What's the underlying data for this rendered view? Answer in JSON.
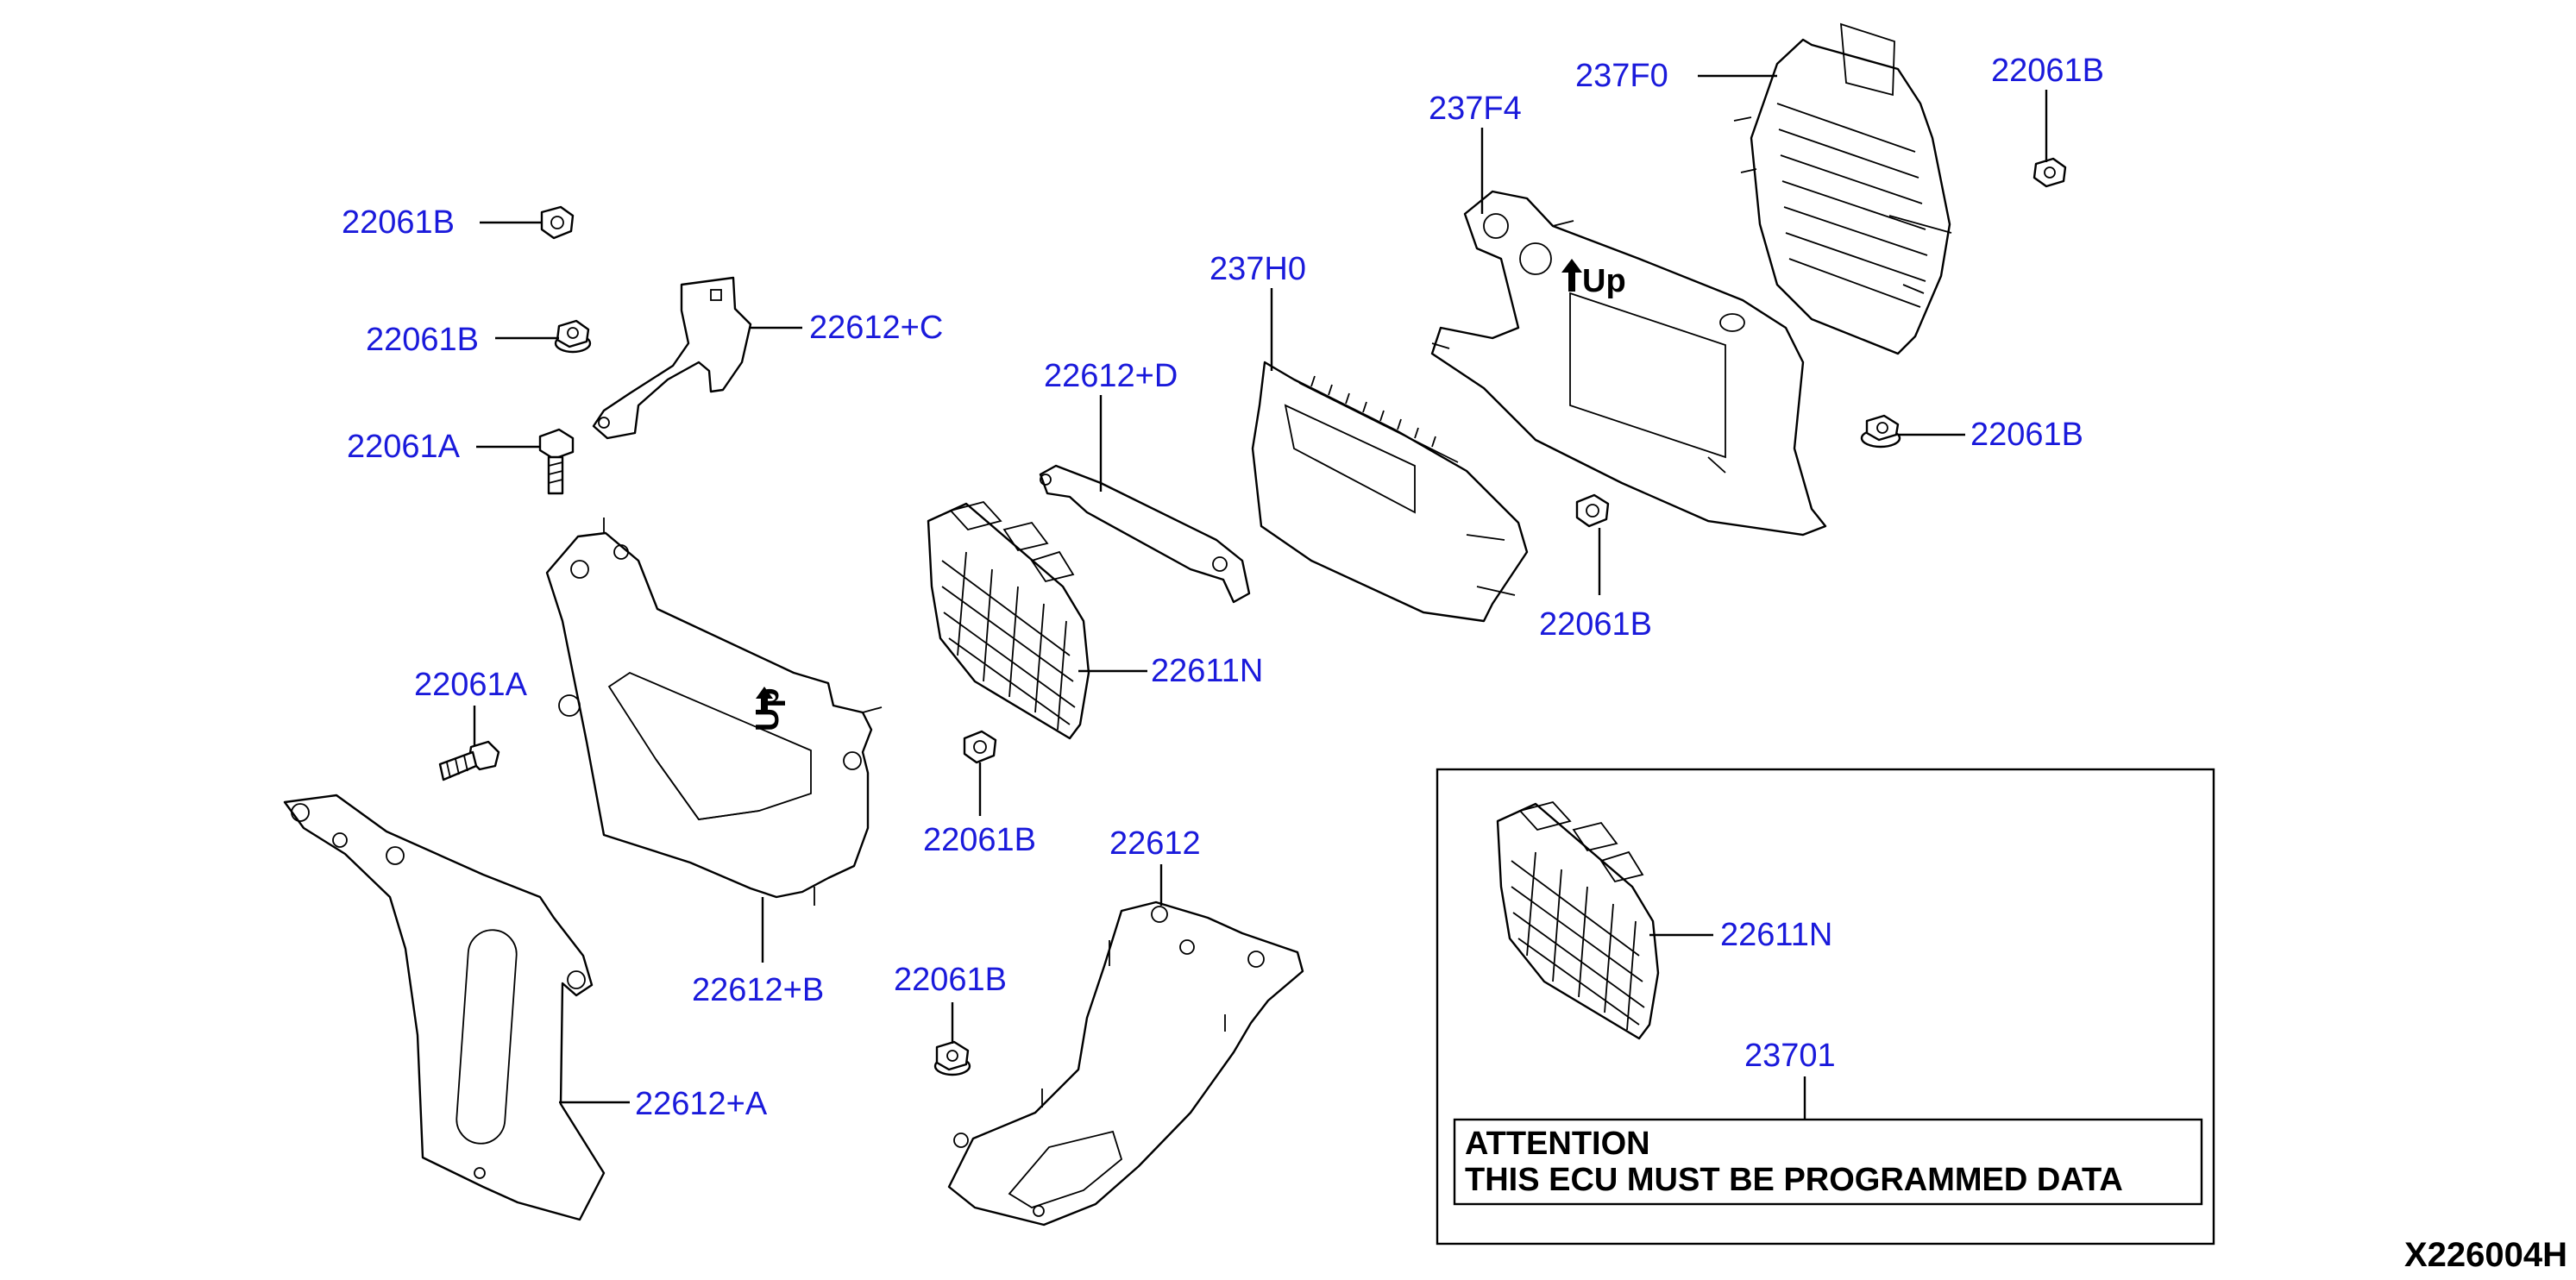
{
  "diagram_id": "X226004H",
  "callouts": [
    {
      "id": "c1",
      "text": "22061B"
    },
    {
      "id": "c2",
      "text": "22061B"
    },
    {
      "id": "c3",
      "text": "22061A"
    },
    {
      "id": "c4",
      "text": "22612+C"
    },
    {
      "id": "c5",
      "text": "22061A"
    },
    {
      "id": "c6",
      "text": "22612+B"
    },
    {
      "id": "c7",
      "text": "22612+A"
    },
    {
      "id": "c8",
      "text": "22612+D"
    },
    {
      "id": "c9",
      "text": "22611N"
    },
    {
      "id": "c10",
      "text": "22061B"
    },
    {
      "id": "c11",
      "text": "22612"
    },
    {
      "id": "c12",
      "text": "22061B"
    },
    {
      "id": "c13",
      "text": "237H0"
    },
    {
      "id": "c14",
      "text": "237F4"
    },
    {
      "id": "c15",
      "text": "237F0"
    },
    {
      "id": "c16",
      "text": "22061B"
    },
    {
      "id": "c17",
      "text": "22061B"
    },
    {
      "id": "c18",
      "text": "22061B"
    }
  ],
  "inset": {
    "callout_module": "22611N",
    "callout_label": "23701",
    "attention_lines": [
      "ATTENTION",
      "THIS ECU MUST BE PROGRAMMED DATA"
    ]
  },
  "up_marks": [
    "Up",
    "Up"
  ]
}
